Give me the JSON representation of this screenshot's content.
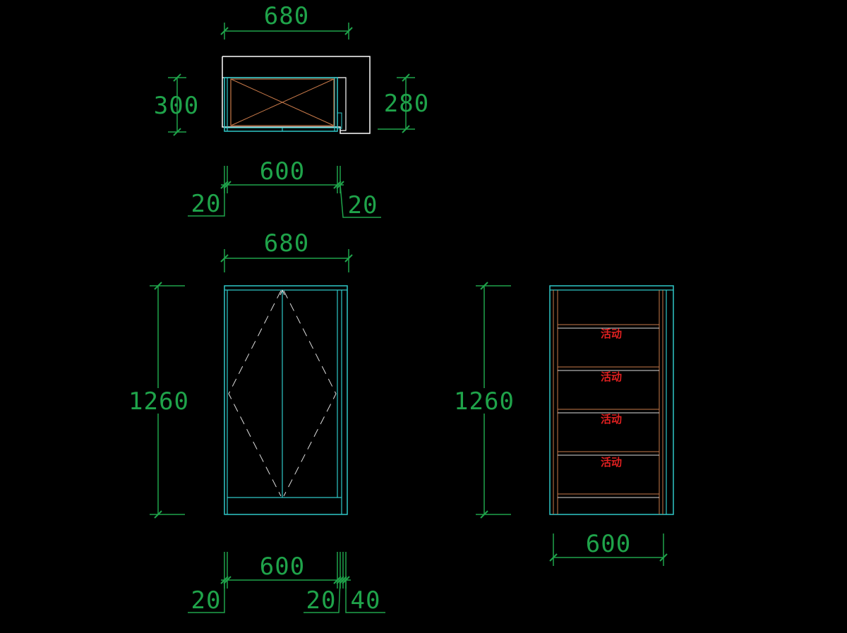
{
  "colors": {
    "background": "#000000",
    "dimension": "#1fa34a",
    "outline": "#ffffff",
    "panel": "#2fc7c7",
    "wood": "#c97a4a",
    "note": "#e02020"
  },
  "top_view": {
    "overall_width": "680",
    "depth_left": "300",
    "depth_right": "280",
    "inner_width": "600",
    "side_left": "20",
    "side_right": "20"
  },
  "front_view": {
    "overall_width": "680",
    "height": "1260",
    "inner_width": "600",
    "side_left": "20",
    "side_right": "20",
    "extra_right": "40"
  },
  "side_view": {
    "height": "1260",
    "width": "600",
    "shelf_labels": [
      "活动",
      "活动",
      "活动",
      "活动"
    ]
  }
}
